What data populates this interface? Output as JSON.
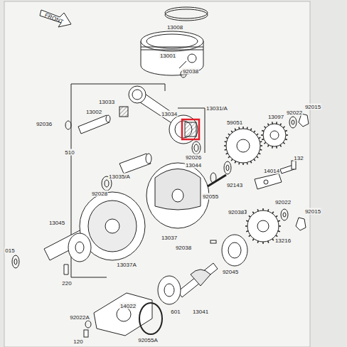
{
  "diagram": {
    "labels": [
      "FRONT",
      "13008",
      "13001",
      "92038",
      "13033",
      "13002",
      "13034",
      "13031/A",
      "92015",
      "92022",
      "13097",
      "92036",
      "92026",
      "59051",
      "510",
      "13035/A",
      "13044",
      "92143",
      "14014",
      "132",
      "92028",
      "92055",
      "92038",
      "92022",
      "92015",
      "13045",
      "13037",
      "92038",
      "13216",
      "015",
      "13037A",
      "92045",
      "220",
      "14022",
      "601",
      "13041",
      "92022A",
      "92055A",
      "120"
    ]
  }
}
